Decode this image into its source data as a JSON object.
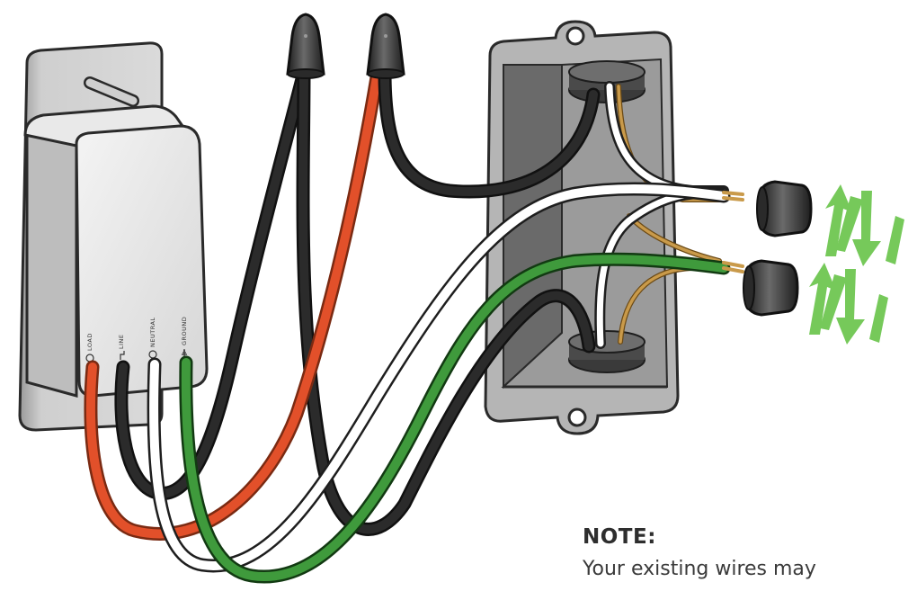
{
  "ports": [
    {
      "label": "LOAD"
    },
    {
      "label": "LINE"
    },
    {
      "label": "NEUTRAL"
    },
    {
      "label": "GROUND"
    }
  ],
  "note": {
    "heading": "NOTE:",
    "body": "Your existing wires may"
  },
  "colors": {
    "line": "#2b2b2b",
    "load": "#e2502a",
    "neutral": "#ffffff",
    "ground": "#3f9a3c",
    "copper": "#c99a4a",
    "arrow": "#76c95a"
  },
  "icons": [
    "wire-nut-icon",
    "twist-arrows-icon"
  ]
}
